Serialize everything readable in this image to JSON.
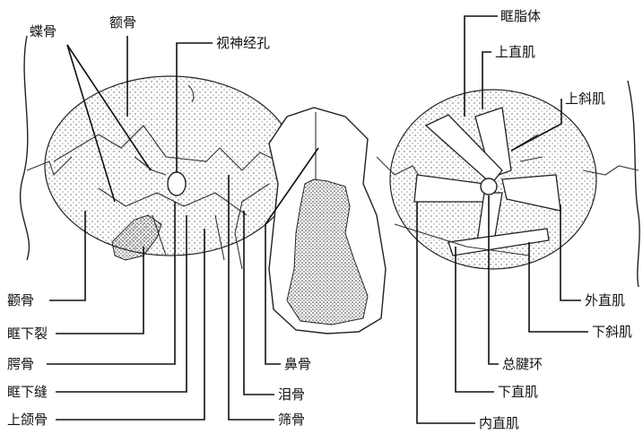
{
  "labels": {
    "sphenoid": "蝶骨",
    "frontal": "额骨",
    "optic_canal": "视神经孔",
    "orbital_fat": "眶脂体",
    "superior_rectus": "上直肌",
    "superior_oblique": "上斜肌",
    "zygomatic": "颧骨",
    "inferior_orbital_fissure": "眶下裂",
    "palatine": "腭骨",
    "infraorbital_suture": "眶下缝",
    "maxilla": "上颌骨",
    "nasal": "鼻骨",
    "lacrimal": "泪骨",
    "ethmoid": "筛骨",
    "lateral_rectus": "外直肌",
    "inferior_oblique": "下斜肌",
    "common_tendinous_ring": "总腱环",
    "inferior_rectus": "下直肌",
    "medial_rectus": "内直肌"
  },
  "colors": {
    "ink": "#111111",
    "stipple": "#555555",
    "dark_fill": "#2a2a2a"
  }
}
